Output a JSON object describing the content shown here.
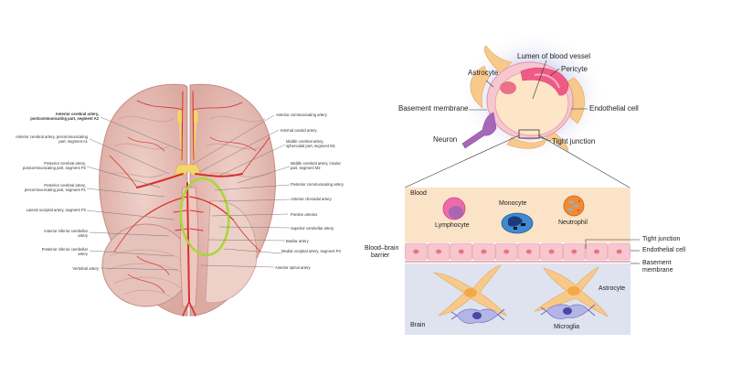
{
  "left_diagram": {
    "title": "Arteries of the brain, inferior view",
    "left_labels": [
      {
        "text": "Anterior cerebral artery, postcommunicating part, segment A2"
      },
      {
        "text": "Anterior cerebral artery, precommunicating part, segment A1"
      },
      {
        "text": "Posterior cerebral artery, postcommunicating part, segment P2"
      },
      {
        "text": "Posterior cerebral artery, precommunicating part, segment P1"
      },
      {
        "text": "Lateral occipital artery, segment P3"
      },
      {
        "text": "Anterior inferior cerebellar artery"
      },
      {
        "text": "Posterior inferior cerebellar artery"
      },
      {
        "text": "Vertebral artery"
      }
    ],
    "right_labels": [
      {
        "text": "Anterior communicating artery"
      },
      {
        "text": "Internal carotid artery"
      },
      {
        "text": "Middle cerebral artery, sphenoidal part, segment M1"
      },
      {
        "text": "Middle cerebral artery, insular part, segment M2"
      },
      {
        "text": "Posterior communicating artery"
      },
      {
        "text": "Anterior choroidal artery"
      },
      {
        "text": "Pontine arteries"
      },
      {
        "text": "Superior cerebellar artery"
      },
      {
        "text": "Basilar artery"
      },
      {
        "text": "Medial occipital artery, segment P4"
      },
      {
        "text": "Anterior spinal artery"
      }
    ],
    "highlight_color": "#a8d832",
    "artery_color": "#d8302a"
  },
  "right_diagram": {
    "top": {
      "labels": {
        "lumen": "Lumen of blood vessel",
        "astrocyte": "Astrocyte",
        "pericyte": "Pericyte",
        "basement_membrane": "Basement membrane",
        "endothelial_cell": "Endothelial cell",
        "neuron": "Neuron",
        "tight_junction": "Tight junction"
      }
    },
    "bottom": {
      "blood_label": "Blood",
      "brain_label": "Brain",
      "bbb_label_line1": "Blood–brain",
      "bbb_label_line2": "barrier",
      "cells": {
        "lymphocyte": "Lymphocyte",
        "monocyte": "Monocyte",
        "neutrophil": "Neutrophil",
        "astrocyte": "Astrocyte",
        "microglia": "Microglia"
      },
      "side_labels": {
        "tight_junction": "Tight junction",
        "endothelial_cell": "Endothelial cell",
        "basement_line1": "Basement",
        "basement_line2": "membrane"
      },
      "colors": {
        "blood_bg": "#fbe3c8",
        "brain_bg": "#dfe3ef",
        "endothelial": "#f7c6cf",
        "astrocyte": "#f7c98a",
        "microglia": "#b3b5e6"
      }
    }
  }
}
